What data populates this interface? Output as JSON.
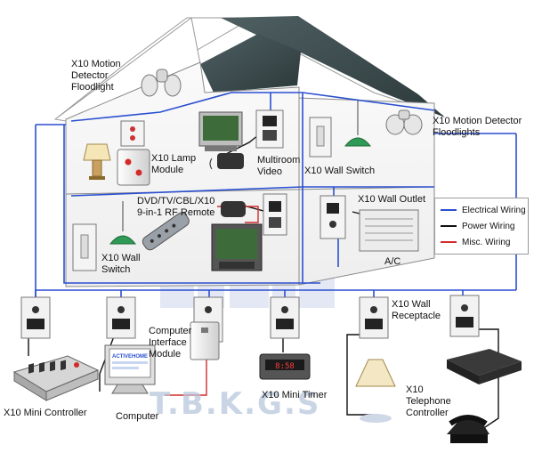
{
  "labels": {
    "motion_floodlight_left": "X10 Motion\nDetector\nFloodlight",
    "motion_floodlights_right": "X10 Motion Detector\nFloodlights",
    "lamp_module": "X10 Lamp\nModule",
    "multiroom_video": "Multiroom\nVideo",
    "wall_switch_upper": "X10 Wall Switch",
    "rf_remote": "DVD/TV/CBL/X10\n9-in-1 RF Remote",
    "wall_outlet": "X10 Wall Outlet",
    "wall_switch_lower": "X10 Wall\nSwitch",
    "ac": "A/C",
    "computer_interface": "Computer\nInterface\nModule",
    "wall_receptacle": "X10 Wall\nReceptacle",
    "mini_controller": "X10 Mini Controller",
    "computer": "Computer",
    "mini_timer": "X10 Mini Timer",
    "telephone_controller": "X10\nTelephone\nController"
  },
  "legend": {
    "electrical": "Electrical Wiring",
    "power": "Power Wiring",
    "misc": "Misc. Wiring"
  },
  "screens": {
    "computer_screen_text": "ACTIVEHOME",
    "timer_display": "8:58"
  },
  "watermark": "T.B.K.G.S",
  "colors": {
    "electrical": "#2a4fd0",
    "power": "#111111",
    "misc": "#d42a2a",
    "roof": "#3a4a4c",
    "house_outline": "#8a8a8a"
  }
}
